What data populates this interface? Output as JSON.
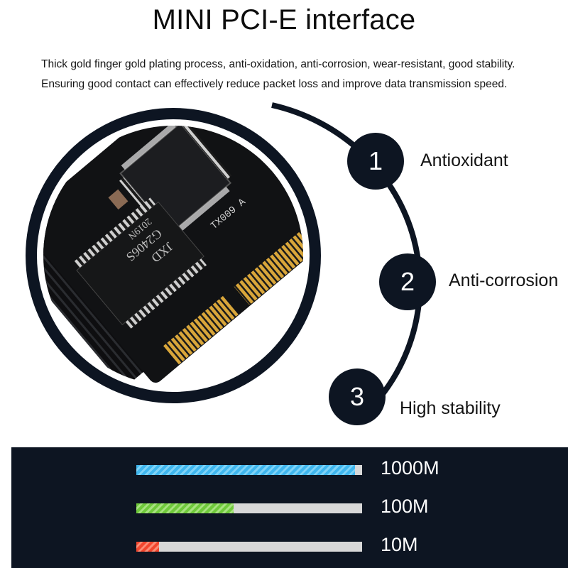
{
  "header": {
    "title": "MINI PCI-E interface",
    "desc_line1": "Thick gold finger gold plating process, anti-oxidation, anti-corrosion, wear-resistant, good stability.",
    "desc_line2": "Ensuring good contact can effectively reduce packet loss and improve data transmission speed."
  },
  "board": {
    "chip_text": "JXD",
    "chip_model": "G2406S",
    "chip_code": "2019N",
    "card_text": "TX009 A"
  },
  "features": [
    {
      "number": "1",
      "label": "Antioxidant"
    },
    {
      "number": "2",
      "label": "Anti-corrosion"
    },
    {
      "number": "3",
      "label": "High stability"
    }
  ],
  "speeds": [
    {
      "label": "1000M",
      "fill": 0.97,
      "color": "#3fb6ee"
    },
    {
      "label": "100M",
      "fill": 0.43,
      "color": "#6fc93b"
    },
    {
      "label": "10M",
      "fill": 0.1,
      "color": "#f1462e"
    }
  ],
  "colors": {
    "dark": "#0d1522",
    "gold": "#d9a63a",
    "track": "#d8d8d8"
  }
}
